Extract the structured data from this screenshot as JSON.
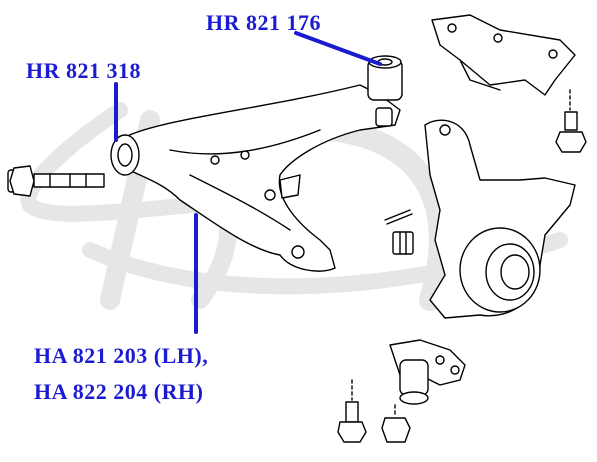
{
  "labels": {
    "bushing_rear": "HR 821 176",
    "bushing_front": "HR 821 318",
    "arm_lh": "HA 821 203 (LH),",
    "arm_rh": "HA 822 204 (RH)"
  },
  "colors": {
    "label": "#1b1bd1",
    "leader": "#1b1bd1",
    "drawing": "#000000",
    "watermark": "#e6e6e6"
  }
}
